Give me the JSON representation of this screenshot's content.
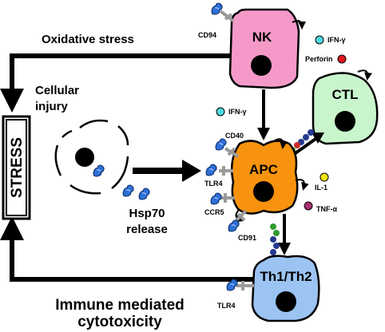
{
  "labels": {
    "oxidative_stress": "Oxidative stress",
    "cellular_injury_line1": "Cellular",
    "cellular_injury_line2": "injury",
    "stress": "STRESS",
    "hsp70_line1": "Hsp70",
    "hsp70_line2": "release",
    "immune_line1": "Immune mediated",
    "immune_line2": "cytotoxicity"
  },
  "cells": {
    "nk": "NK",
    "ctl": "CTL",
    "apc": "APC",
    "th": "Th1/Th2"
  },
  "receptors": {
    "cd94": "CD94",
    "cd40": "CD40",
    "tlr4_apc": "TLR4",
    "ccr5": "CCR5",
    "cd91": "CD91",
    "tlr4_th": "TLR4"
  },
  "molecules": {
    "ifn_gamma_nk": "IFN-γ",
    "perforin": "Perforin",
    "ifn_gamma_apc": "IFN-γ",
    "il1": "IL-1",
    "tnf_alpha": "TNF-α"
  },
  "colors": {
    "nk": "#f59ac8",
    "ctl": "#c9f5cc",
    "apc": "#f7930e",
    "th": "#9cc4f2",
    "hsp70": "#2f6fd6",
    "receptor": "#9a9a9a",
    "ifn": "#4ed9de",
    "perforin": "#e0161c",
    "il1": "#f5e60c",
    "tnf": "#a8306e",
    "mhc_green": "#2f9a2f",
    "mhc_red": "#cc2b2b",
    "mhc_blue": "#253a8e"
  }
}
